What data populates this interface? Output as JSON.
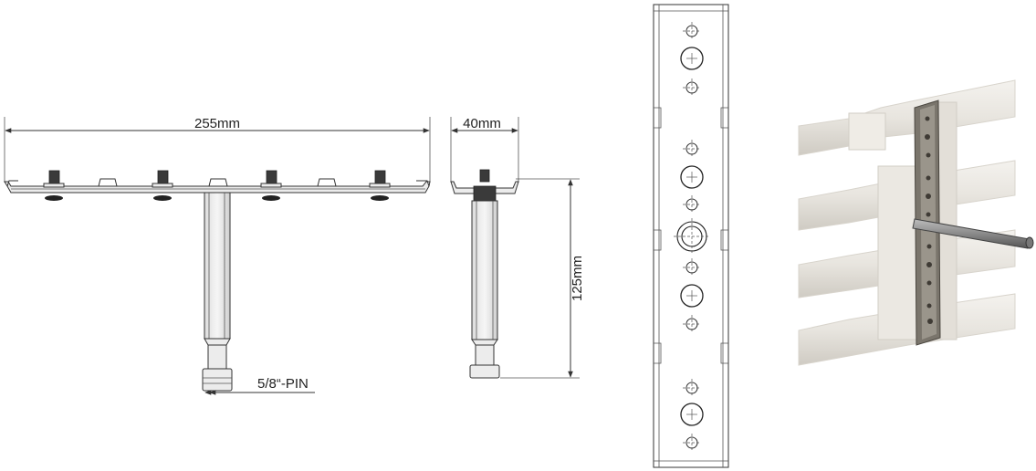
{
  "dimensions": {
    "width_label": "255mm",
    "depth_label": "40mm",
    "height_label": "125mm",
    "pin_label": "5/8“-PIN"
  },
  "photo": {
    "description_icon": "mounting-bar-on-tubes-photo"
  },
  "colors": {
    "line": "#333333",
    "photo_bg": "#e6e3dd",
    "bracket": "#6e6a62"
  }
}
